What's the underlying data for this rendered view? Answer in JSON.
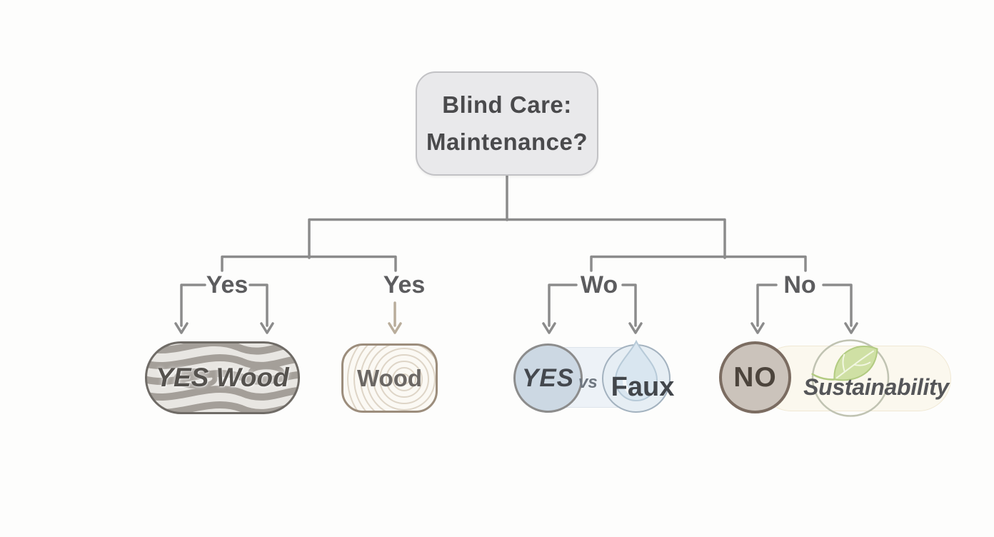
{
  "colors": {
    "background": "#fdfdfc",
    "connector": "#8b8b8b",
    "connector_tan": "#b9ad9b",
    "root_fill": "#e9e9eb",
    "root_border": "#c2c2c5",
    "root_text": "#4a4a4c",
    "label_text": "#5c5c5e",
    "wood_dark": "#a49f99",
    "wood_light": "#e8e6e2",
    "blue_circle": "#ccd8e3",
    "droplet": "#d9e6f0",
    "pill_blue": "#edf2f7",
    "taupe": "#cbc3bb",
    "taupe_border": "#7b6c61",
    "cream": "#fbf8ee",
    "leaf_green": "#cfe0a4"
  },
  "diagram": {
    "root_node": {
      "line1": "Blind Care:",
      "line2": "Maintenance?"
    },
    "branch_labels": {
      "yes1": "Yes",
      "yes2": "Yes",
      "wo": "Wo",
      "no": "No"
    },
    "leaf_nodes": {
      "yes_wood": {
        "label": "YES Wood"
      },
      "wood": {
        "label": "Wood"
      },
      "yes_vs_faux": {
        "yes": "YES",
        "vs": "vs",
        "faux": "Faux"
      },
      "no_sustainability": {
        "no": "NO",
        "label": "Sustainability"
      }
    }
  }
}
